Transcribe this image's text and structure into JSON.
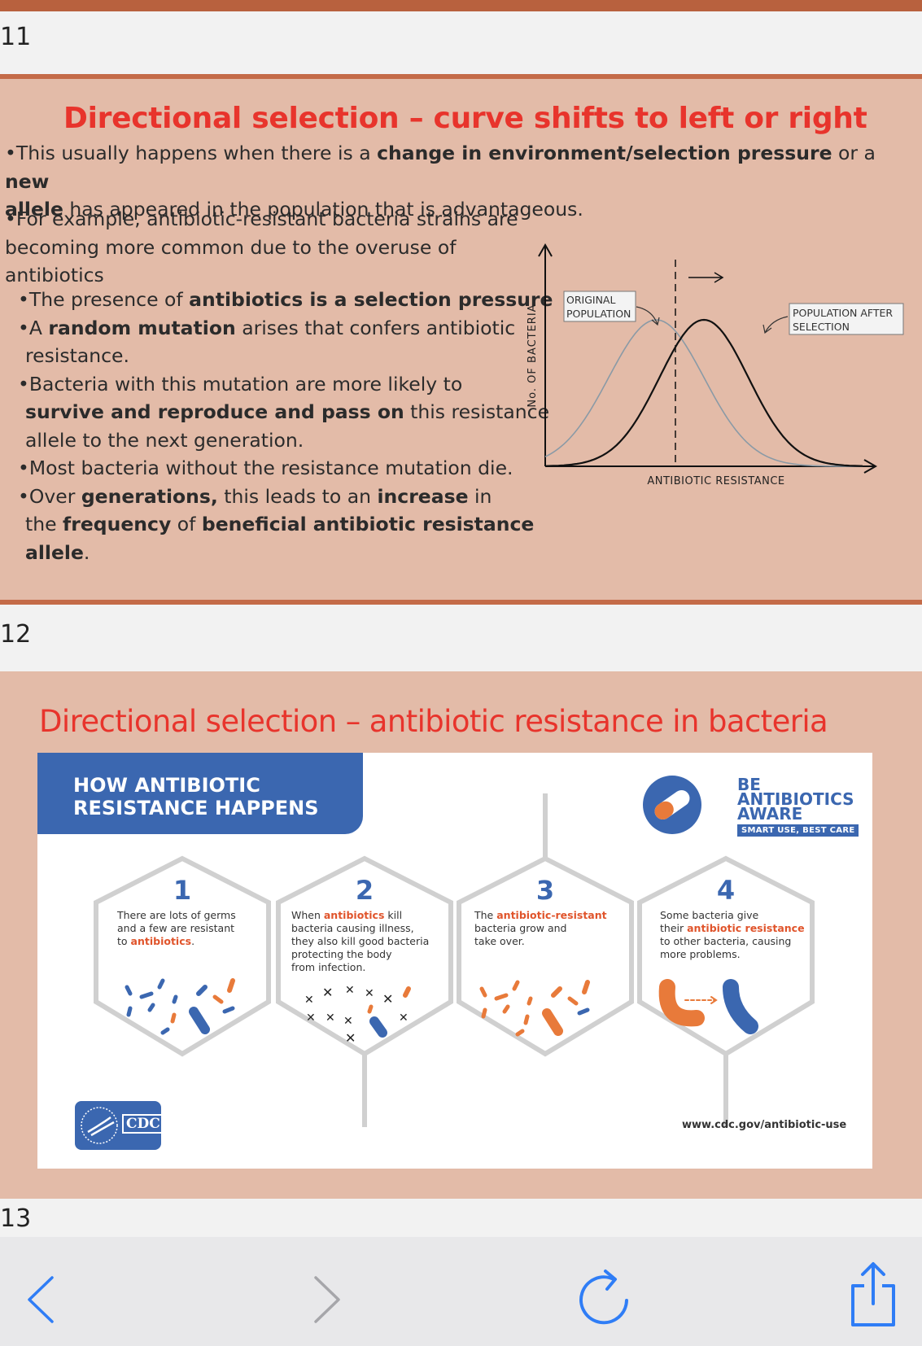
{
  "colors": {
    "accent_red": "#e8342c",
    "slide_bg": "#e3bba8",
    "cdc_blue": "#3b67b0",
    "bacteria_orange": "#e87a3a",
    "ios_blue": "#2f7df6"
  },
  "slide11": {
    "number": "11",
    "title": "Directional selection – curve shifts to left or right",
    "p1": {
      "a": "•This usually happens when there is a ",
      "b": "change in environment/selection pressure",
      "c": " or a ",
      "d": "new",
      "e": "allele",
      "f": " has appeared in the population that is advantageous."
    },
    "p2": {
      "l1": "•For example, antibiotic-resistant bacteria strains are",
      "l2": "becoming more common due to the overuse of",
      "l3": "antibiotics"
    },
    "b1": {
      "a": "•The presence of ",
      "b": "antibiotics is a selection pressure"
    },
    "b2": {
      "a": "•A ",
      "b": "random mutation",
      "c": " arises that confers antibiotic",
      "d": "resistance."
    },
    "b3": {
      "a": "•Bacteria with this mutation are more likely to",
      "b": "survive and reproduce and pass on",
      "c": " this resistance",
      "d": "allele to the next generation."
    },
    "b4": {
      "a": "•Most bacteria without the resistance mutation die."
    },
    "b5": {
      "a": "•Over ",
      "b": "generations,",
      "c": " this leads to an ",
      "d": "increase",
      "e": " in",
      "f": "the ",
      "g": "frequency",
      "h": " of ",
      "i": "beneficial antibiotic resistance",
      "j": "allele",
      "k": "."
    }
  },
  "chart_data": {
    "type": "line",
    "xlabel": "ANTIBIOTIC RESISTANCE",
    "ylabel": "No. OF BACTERIA",
    "annotations": [
      "ORIGINAL POPULATION",
      "POPULATION AFTER SELECTION"
    ],
    "series": [
      {
        "name": "ORIGINAL POPULATION",
        "color": "#8a9aa6",
        "mean": 0.35,
        "sd": 0.15
      },
      {
        "name": "POPULATION AFTER SELECTION",
        "color": "#111111",
        "mean": 0.5,
        "sd": 0.14
      }
    ],
    "xlim": [
      0,
      1
    ],
    "ylim": [
      0,
      1
    ]
  },
  "slide12": {
    "number": "12",
    "title": "Directional selection – antibiotic resistance in bacteria",
    "header_l1": "HOW ANTIBIOTIC",
    "header_l2": "RESISTANCE HAPPENS",
    "baa": {
      "l1": "BE",
      "l2": "ANTIBIOTICS",
      "l3": "AWARE",
      "tag": "SMART USE, BEST CARE"
    },
    "steps": [
      {
        "num": "1",
        "t1": "There are lots of germs",
        "t2": "and a few are resistant",
        "t3": "to ",
        "hl": "antibiotics",
        "t4": "."
      },
      {
        "num": "2",
        "t1": "When ",
        "hl": "antibiotics",
        "t2": " kill",
        "t3": "bacteria causing illness,",
        "t4": "they also kill good bacteria",
        "t5": "protecting the body",
        "t6": "from infection."
      },
      {
        "num": "3",
        "t1": "The ",
        "hl": "antibiotic-resistant",
        "t2": "bacteria grow and",
        "t3": "take over."
      },
      {
        "num": "4",
        "t1": "Some bacteria give",
        "t2": "their ",
        "hl": "antibiotic resistance",
        "t3": "to other bacteria, causing",
        "t4": "more problems."
      }
    ],
    "cdc_logo": "CDC",
    "url": "www.cdc.gov/antibiotic-use"
  },
  "next_number": "13",
  "toolbar": {
    "back": "chevron-left-icon",
    "forward": "chevron-right-icon",
    "refresh": "refresh-icon",
    "share": "share-icon"
  }
}
